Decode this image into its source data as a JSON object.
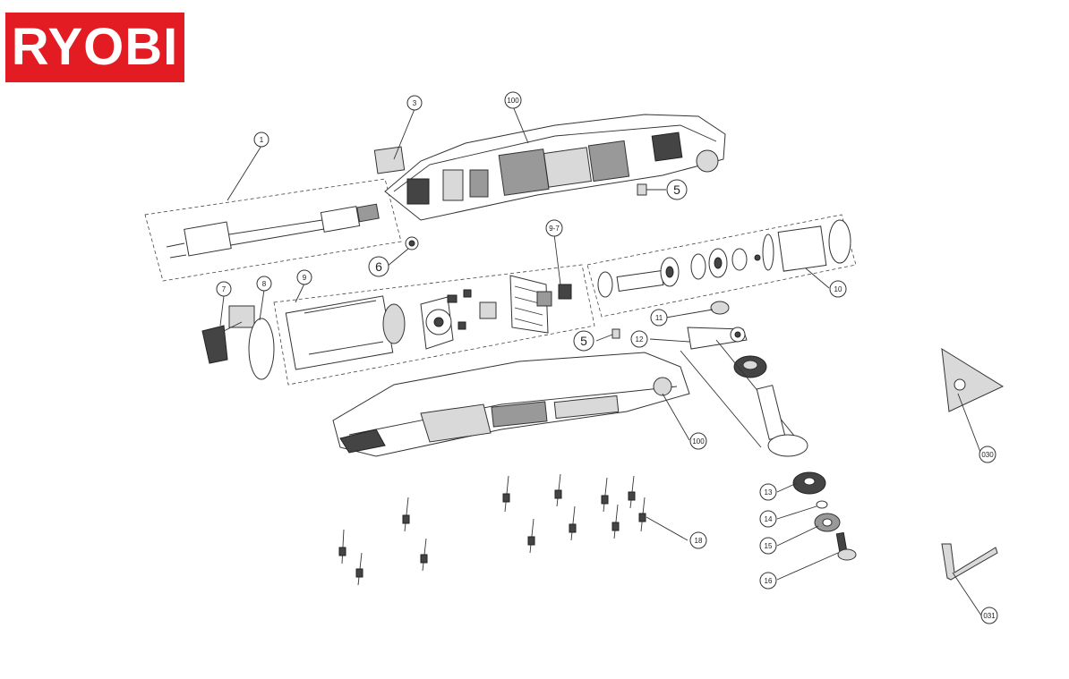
{
  "brand": {
    "logo_text": "RYOBI",
    "logo_color": "#e31b23"
  },
  "callouts": [
    {
      "id": "c1",
      "label": "1"
    },
    {
      "id": "c3",
      "label": "3"
    },
    {
      "id": "c100a",
      "label": "100"
    },
    {
      "id": "c5a",
      "label": "5"
    },
    {
      "id": "c6",
      "label": "6"
    },
    {
      "id": "c7",
      "label": "7"
    },
    {
      "id": "c8",
      "label": "8"
    },
    {
      "id": "c9",
      "label": "9"
    },
    {
      "id": "c97",
      "label": "9-7"
    },
    {
      "id": "c10",
      "label": "10"
    },
    {
      "id": "c11",
      "label": "11"
    },
    {
      "id": "c12",
      "label": "12"
    },
    {
      "id": "c5b",
      "label": "5"
    },
    {
      "id": "c100b",
      "label": "100"
    },
    {
      "id": "c030",
      "label": "030"
    },
    {
      "id": "c13",
      "label": "13"
    },
    {
      "id": "c14",
      "label": "14"
    },
    {
      "id": "c15",
      "label": "15"
    },
    {
      "id": "c16",
      "label": "16"
    },
    {
      "id": "c18",
      "label": "18"
    },
    {
      "id": "c031",
      "label": "031"
    }
  ]
}
